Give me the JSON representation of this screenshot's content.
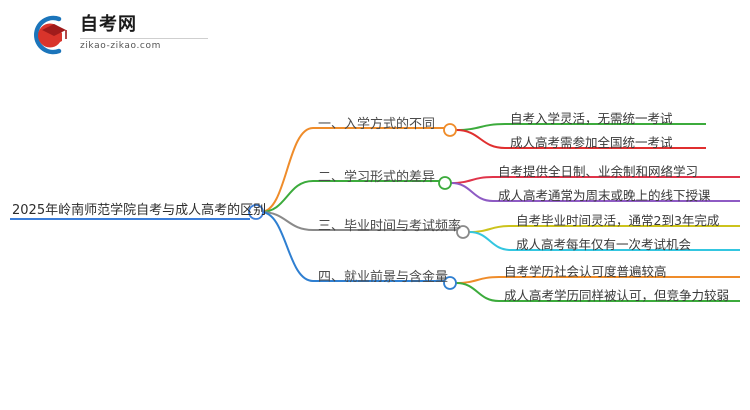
{
  "logo": {
    "title": "自考网",
    "subtitle": "zikao-zikao.com",
    "mark_blue": "#1b75bb",
    "mark_red": "#d9342b",
    "mark_dark": "#a01b1b"
  },
  "mindmap": {
    "root": {
      "label": "2025年岭南师范学院自考与成人高考的区别",
      "color": "#3b7dd8"
    },
    "branches": [
      {
        "label": "一、入学方式的不同",
        "color": "#ef8c2a",
        "node_color": "#ef8c2a",
        "leaves": [
          {
            "label": "自考入学灵活，无需统一考试",
            "color": "#3cab3c"
          },
          {
            "label": "成人高考需参加全国统一考试",
            "color": "#e02f2f"
          }
        ]
      },
      {
        "label": "二、学习形式的差异",
        "color": "#3cab3c",
        "node_color": "#3cab3c",
        "leaves": [
          {
            "label": "自考提供全日制、业余制和网络学习",
            "color": "#e0344a"
          },
          {
            "label": "成人高考通常为周末或晚上的线下授课",
            "color": "#8e5bc4"
          }
        ]
      },
      {
        "label": "三、毕业时间与考试频率",
        "color": "#8a8a8a",
        "node_color": "#8a8a8a",
        "leaves": [
          {
            "label": "自考毕业时间灵活，通常2到3年完成",
            "color": "#ccc31c"
          },
          {
            "label": "成人高考每年仅有一次考试机会",
            "color": "#34c6e0"
          }
        ]
      },
      {
        "label": "四、就业前景与含金量",
        "color": "#2f7fd1",
        "node_color": "#2f7fd1",
        "leaves": [
          {
            "label": "自考学历社会认可度普遍较高",
            "color": "#ef8c2a"
          },
          {
            "label": "成人高考学历同样被认可，但竞争力较弱",
            "color": "#3cab3c"
          }
        ]
      }
    ]
  }
}
